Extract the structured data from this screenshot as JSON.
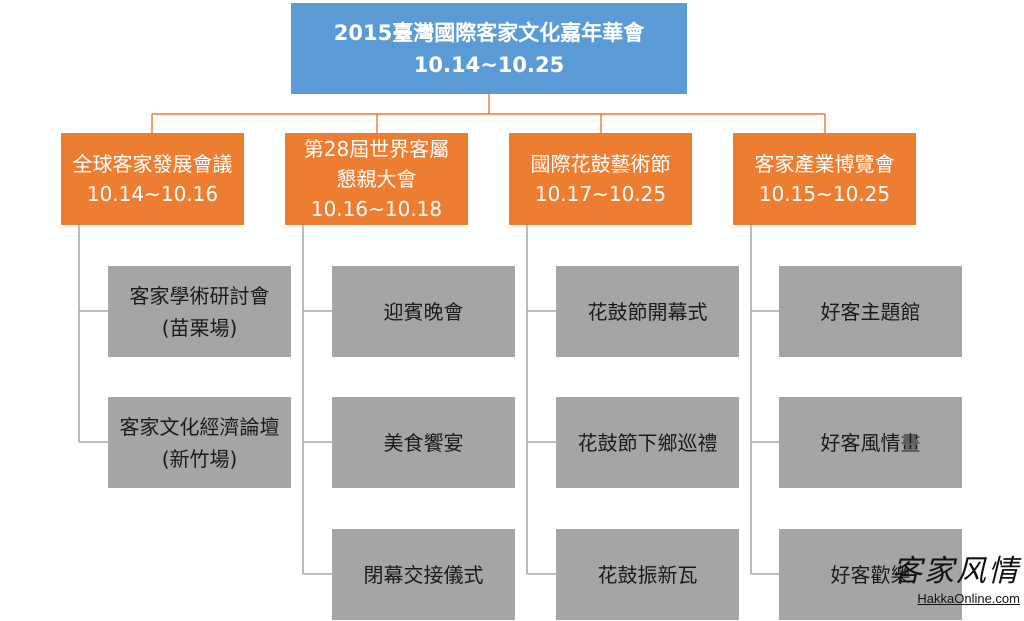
{
  "colors": {
    "root": "#5b9bd5",
    "branch": "#ed7d31",
    "leaf": "#a5a5a5",
    "connector": "#ed7d31",
    "leaf_connector": "#a5a5a5"
  },
  "root": {
    "title": "2015臺灣國際客家文化嘉年華會",
    "dates": "10.14~10.25"
  },
  "branches": [
    {
      "title_lines": [
        "全球客家發展會議"
      ],
      "dates": "10.14~10.16",
      "items": [
        {
          "lines": [
            "客家學術研討會",
            "(苗栗場)"
          ]
        },
        {
          "lines": [
            "客家文化經濟論壇",
            "(新竹場)"
          ]
        }
      ]
    },
    {
      "title_lines": [
        "第28屆世界客屬",
        "懇親大會"
      ],
      "dates": "10.16~10.18",
      "items": [
        {
          "lines": [
            "迎賓晚會"
          ]
        },
        {
          "lines": [
            "美食饗宴"
          ]
        },
        {
          "lines": [
            "閉幕交接儀式"
          ]
        }
      ]
    },
    {
      "title_lines": [
        "國際花鼓藝術節"
      ],
      "dates": "10.17~10.25",
      "items": [
        {
          "lines": [
            "花鼓節開幕式"
          ]
        },
        {
          "lines": [
            "花鼓節下鄉巡禮"
          ]
        },
        {
          "lines": [
            "花鼓振新瓦"
          ]
        }
      ]
    },
    {
      "title_lines": [
        "客家產業博覽會"
      ],
      "dates": "10.15~10.25",
      "items": [
        {
          "lines": [
            "好客主題館"
          ]
        },
        {
          "lines": [
            "好客風情畫"
          ]
        },
        {
          "lines": [
            "好客歡樂"
          ]
        }
      ]
    }
  ],
  "watermark": {
    "script": "客家风情",
    "site": "HakkaOnline.com"
  }
}
